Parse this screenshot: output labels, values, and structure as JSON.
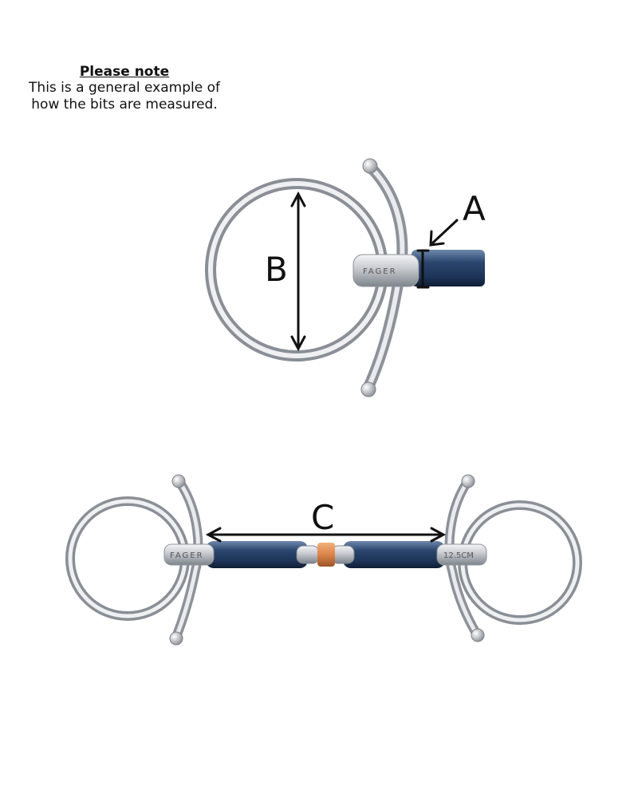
{
  "note": {
    "title": "Please note",
    "line1": "This is a general example of",
    "line2": "how the bits are measured."
  },
  "labels": {
    "a": "A",
    "b": "B",
    "c": "C"
  },
  "engravings": {
    "brand": "FAGER",
    "size": "12.5CM"
  },
  "colors": {
    "steel": "#b8bcc2",
    "mouthpiece_blue": "#2a466e",
    "copper_roller": "#d9844a",
    "arrow": "#111111"
  }
}
